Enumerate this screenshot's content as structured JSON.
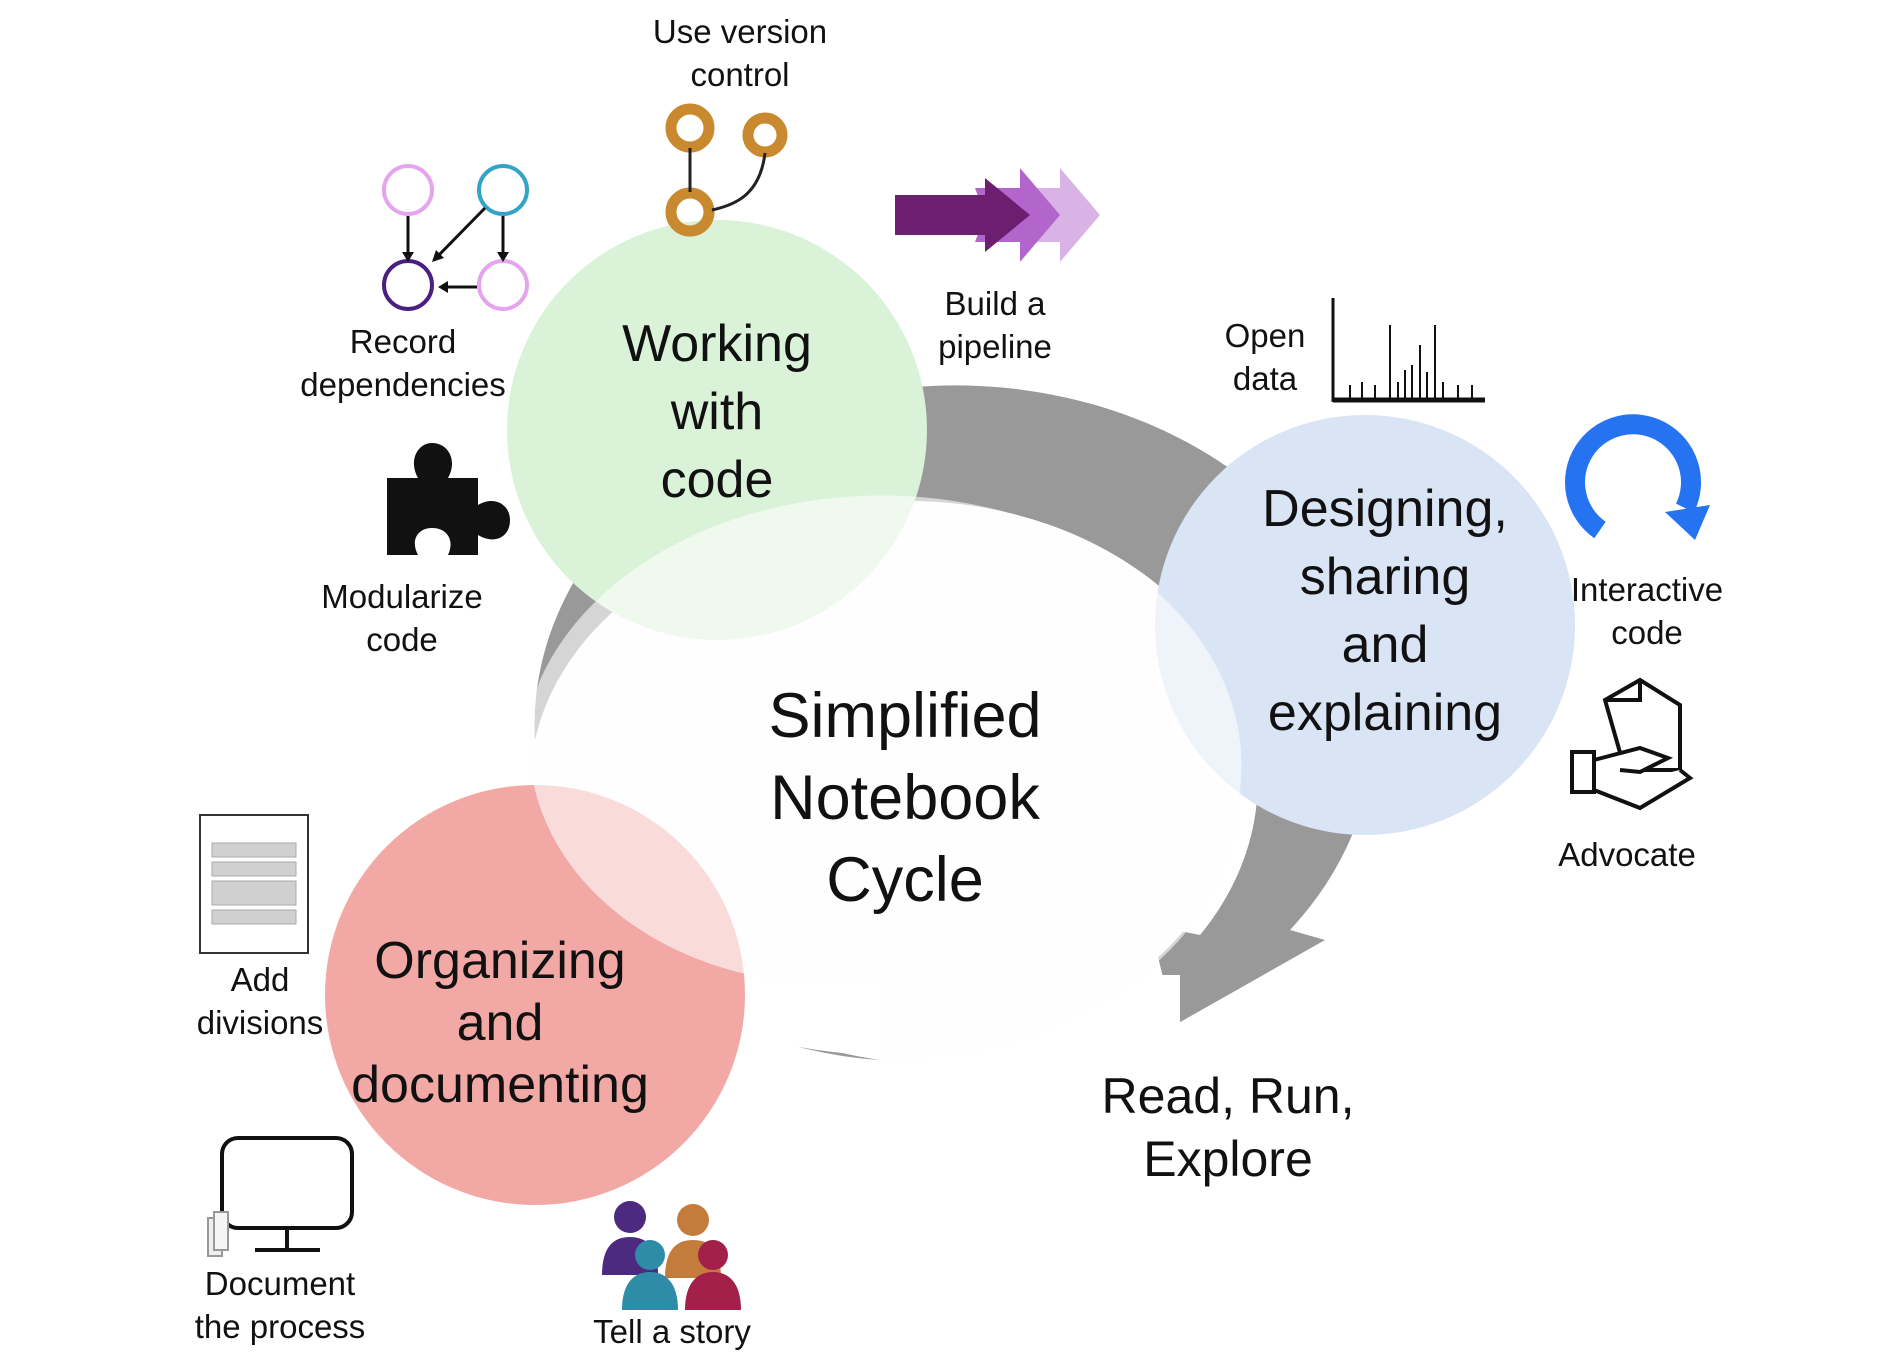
{
  "center": {
    "lines": [
      "Simplified",
      "Notebook",
      "Cycle"
    ]
  },
  "phases": {
    "working": {
      "lines": [
        "Working",
        "with",
        "code"
      ],
      "color": "#d9f2d8"
    },
    "designing": {
      "lines": [
        "Designing,",
        "sharing",
        "and",
        "explaining"
      ],
      "color": "#d9e4f4"
    },
    "organizing": {
      "lines": [
        "Organizing",
        "and",
        "documenting"
      ],
      "color": "#f2a9a5"
    }
  },
  "outcome": {
    "lines": [
      "Read, Run,",
      "Explore"
    ]
  },
  "practices": {
    "version_control": {
      "lines": [
        "Use version",
        "control"
      ],
      "icon": "version-control-icon"
    },
    "record_dependencies": {
      "lines": [
        "Record",
        "dependencies"
      ],
      "icon": "dependency-graph-icon"
    },
    "build_pipeline": {
      "lines": [
        "Build a",
        "pipeline"
      ],
      "icon": "pipeline-arrows-icon"
    },
    "modularize": {
      "lines": [
        "Modularize",
        "code"
      ],
      "icon": "puzzle-piece-icon"
    },
    "open_data": {
      "lines": [
        "Open",
        "data"
      ],
      "icon": "spectrum-chart-icon"
    },
    "interactive": {
      "lines": [
        "Interactive",
        "code"
      ],
      "icon": "refresh-loop-icon"
    },
    "advocate": {
      "lines": [
        "Advocate"
      ],
      "icon": "hand-document-icon"
    },
    "add_divisions": {
      "lines": [
        "Add",
        "divisions"
      ],
      "icon": "document-sections-icon"
    },
    "document_process": {
      "lines": [
        "Document",
        "the process"
      ],
      "icon": "monitor-icon"
    },
    "tell_story": {
      "lines": [
        "Tell a story"
      ],
      "icon": "people-group-icon"
    }
  },
  "colors": {
    "cycle_arrow": "#999999",
    "version_control": "#c9892f",
    "pipeline_dark": "#6b1f6e",
    "pipeline_mid": "#b266cc",
    "pipeline_light": "#d9b3e6",
    "interactive": "#2673f2",
    "people": [
      "#4b2a80",
      "#c47c3c",
      "#2f8ca8",
      "#a3204a"
    ]
  }
}
